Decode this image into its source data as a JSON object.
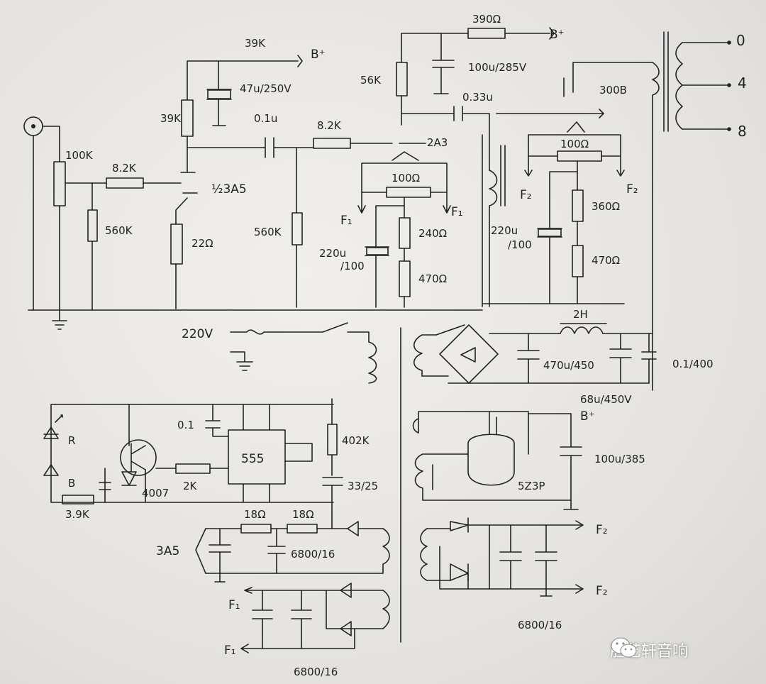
{
  "labels": {
    "r_39k_top": "39K",
    "b_plus_1": "B⁺",
    "cap_47u": "47u/250V",
    "r_39k_left": "39K",
    "cap_01u": "0.1u",
    "r_82k_mid": "8.2K",
    "tube_2a3": "2A3",
    "r_100k_pot": "100K",
    "r_82k_left": "8.2K",
    "tube_half_3a5": "½3A5",
    "r_560k_left": "560K",
    "r_22": "22Ω",
    "r_560k_mid": "560K",
    "pot_100_left": "100Ω",
    "f1_left": "F₁",
    "f1_right": "F₁",
    "r_240": "240Ω",
    "cap_220u_left_a": "220u",
    "cap_220u_left_b": "/100",
    "r_470_left": "470Ω",
    "r_390": "390Ω",
    "b_plus_2": "B⁺",
    "r_56k": "56K",
    "cap_100u_285": "100u/285V",
    "cap_033u": "0.33u",
    "v_300b": "300B",
    "pot_100_right": "100Ω",
    "f2_left": "F₂",
    "f2_right": "F₂",
    "r_360": "360Ω",
    "cap_220u_right_a": "220u",
    "cap_220u_right_b": "/100",
    "r_470_right": "470Ω",
    "tap_0": "0",
    "tap_4": "4",
    "tap_8": "8",
    "mains_220v": "220V",
    "choke_2h": "2H",
    "cap_470u_450": "470u/450",
    "cap_01_400": "0.1/400",
    "cap_68u_450": "68u/450V",
    "cap_01_555": "0.1",
    "ic_555": "555",
    "r_402k": "402K",
    "led_r": "R",
    "led_b": "B",
    "diode_4007": "4007",
    "r_2k": "2K",
    "r_39k_timer": "3.9K",
    "cap_33_25": "33/25",
    "r_18_a": "18Ω",
    "r_18_b": "18Ω",
    "fil_3a5": "3A5",
    "cap_6800_16_a": "6800/16",
    "f1_out_top": "F₁",
    "f1_out_bottom": "F₁",
    "cap_6800_16_b": "6800/16",
    "b_plus_3": "B⁺",
    "tube_5z3p": "5Z3P",
    "cap_100u_385": "100u/385",
    "f2_out_top": "F₂",
    "f2_out_bottom": "F₂",
    "cap_6800_16_c": "6800/16"
  },
  "watermark": {
    "text": "胆艺轩音响",
    "logo": "wechat-icon"
  }
}
